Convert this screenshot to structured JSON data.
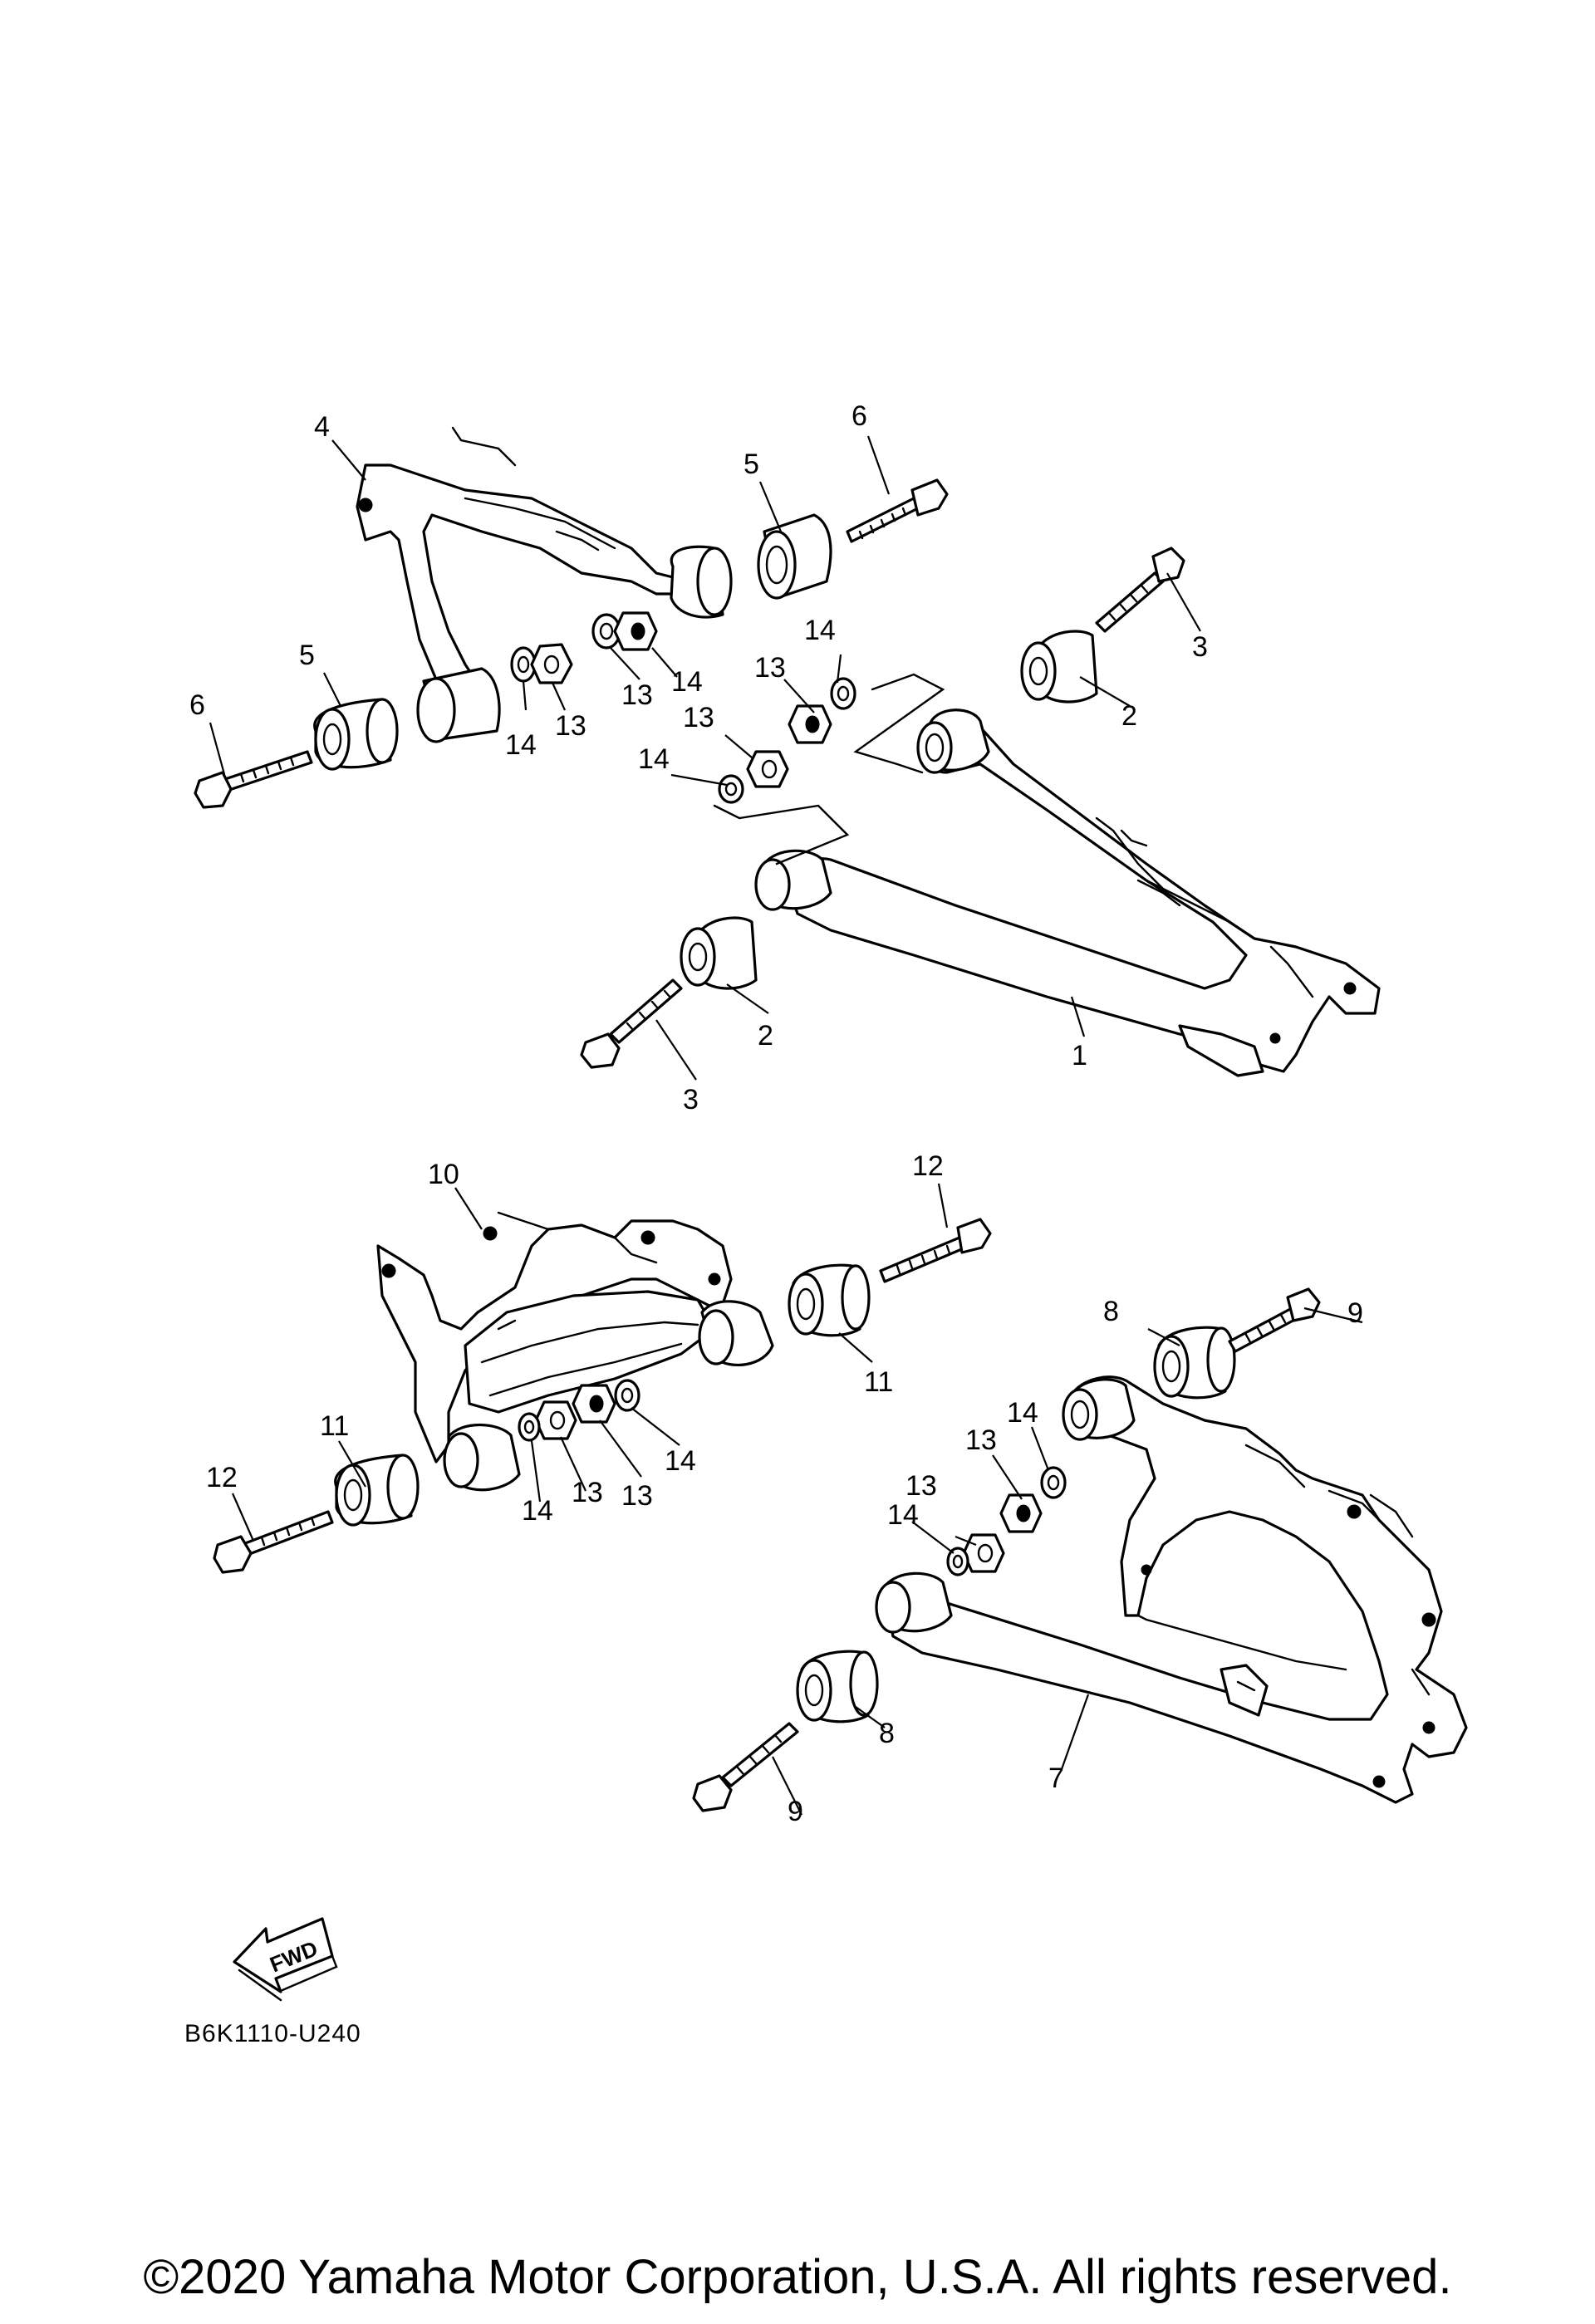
{
  "diagram_code": "B6K1110-U240",
  "copyright": "©2020 Yamaha Motor Corporation, U.S.A. All rights reserved.",
  "direction_arrow_label": "FWD",
  "callouts": {
    "c4": "4",
    "c6a": "6",
    "c5a": "5",
    "c5b": "5",
    "c6b": "6",
    "c3a": "3",
    "c2a": "2",
    "c14a": "14",
    "c13a": "13",
    "c14b": "14",
    "c13b": "13",
    "c14c": "14",
    "c13c": "13",
    "c13d": "13",
    "c14d": "14",
    "c2b": "2",
    "c3b": "3",
    "c1": "1",
    "c10": "10",
    "c12a": "12",
    "c11a": "11",
    "c11b": "11",
    "c12b": "12",
    "c14e": "14",
    "c13e": "13",
    "c13f": "13",
    "c14f": "14",
    "c8a": "8",
    "c9a": "9",
    "c14g": "14",
    "c13g": "13",
    "c13h": "13",
    "c14h": "14",
    "c8b": "8",
    "c9b": "9",
    "c7": "7"
  }
}
